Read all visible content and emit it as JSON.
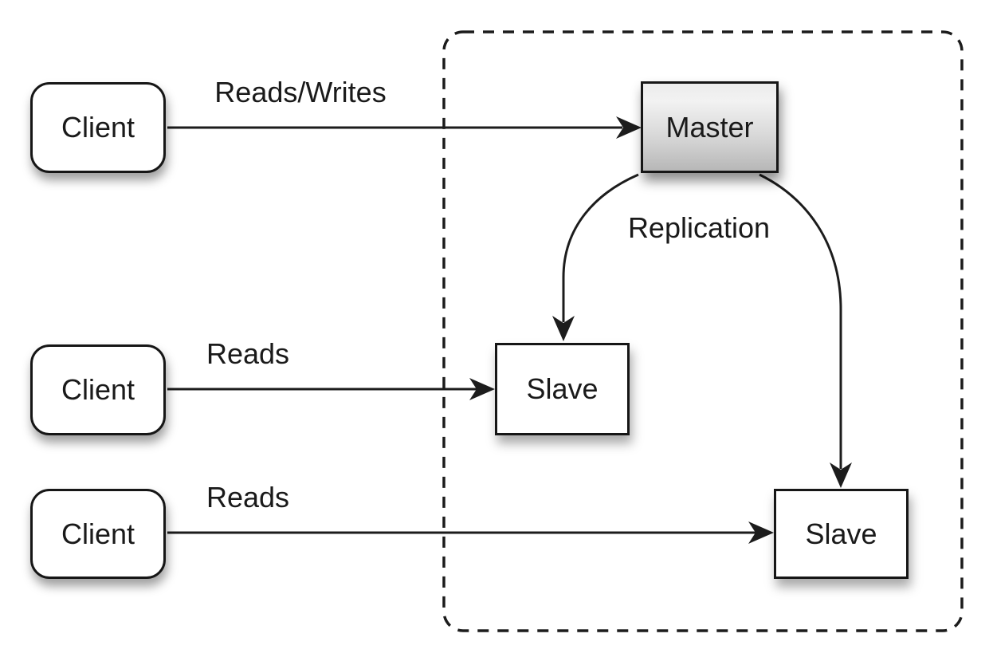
{
  "diagram": {
    "type": "architecture-diagram",
    "nodes": {
      "client_top": {
        "label": "Client"
      },
      "client_middle": {
        "label": "Client"
      },
      "client_bottom": {
        "label": "Client"
      },
      "master": {
        "label": "Master"
      },
      "slave_left": {
        "label": "Slave"
      },
      "slave_right": {
        "label": "Slave"
      }
    },
    "edge_labels": {
      "reads_writes": "Reads/Writes",
      "reads_middle": "Reads",
      "reads_bottom": "Reads",
      "replication": "Replication"
    },
    "edges": [
      {
        "from": "client_top",
        "to": "master",
        "label": "Reads/Writes"
      },
      {
        "from": "client_middle",
        "to": "slave_left",
        "label": "Reads"
      },
      {
        "from": "client_bottom",
        "to": "slave_right",
        "label": "Reads"
      },
      {
        "from": "master",
        "to": "slave_left",
        "label": "Replication"
      },
      {
        "from": "master",
        "to": "slave_right",
        "label": "Replication"
      }
    ],
    "colors": {
      "background": "#ffffff",
      "stroke": "#1c1c1c",
      "text": "#1a1a1a",
      "node_fill": "#ffffff",
      "master_gradient_top": "#ececec",
      "master_gradient_bottom": "#b7b7b7"
    }
  }
}
